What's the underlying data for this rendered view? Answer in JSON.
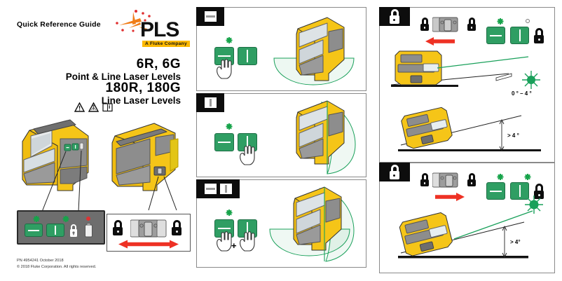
{
  "document": {
    "title": "Quick Reference Guide",
    "models_line1": "6R, 6G",
    "models_line1_sub": "Point & Line Laser Levels",
    "models_line2": "180R, 180G",
    "models_line2_sub": "Line Laser Levels",
    "footer_pn": "PN 4954241 October 2018",
    "footer_copyright": "© 2018 Fluke Corporation. All rights reserved."
  },
  "logo": {
    "wordmark": "PLS",
    "tagline": "A Fluke Company",
    "spark_color": "#f07d18",
    "tagline_bg": "#fcb900"
  },
  "safety_icons": [
    {
      "name": "warning-triangle-icon",
      "symbol": "⚠"
    },
    {
      "name": "laser-warning-icon",
      "symbol": "⚠"
    },
    {
      "name": "read-manual-icon",
      "symbol": "i"
    }
  ],
  "keypad_callout": {
    "name": "keypad-detail",
    "buttons": [
      {
        "name": "horizontal-line-button",
        "type": "h",
        "led": "green-on"
      },
      {
        "name": "vertical-line-button",
        "type": "v",
        "led": "green-on"
      },
      {
        "name": "lock-indicator",
        "type": "lock",
        "led": "green-on"
      },
      {
        "name": "battery-indicator",
        "type": "battery",
        "led": "red-on"
      }
    ]
  },
  "switch_callout": {
    "name": "pendulum-lock-switch-detail",
    "left_icon": "unlock-icon",
    "right_icon": "lock-icon",
    "arrow": "double-arrow-red",
    "arrow_color": "#ee3124"
  },
  "panels": [
    {
      "id": "panel-horizontal",
      "tab_icons": [
        "h"
      ],
      "buttons": [
        {
          "type": "h",
          "pressed": true
        },
        {
          "type": "v",
          "pressed": false
        }
      ],
      "led": "green-on",
      "beam": "horizontal-fan"
    },
    {
      "id": "panel-vertical",
      "tab_icons": [
        "v"
      ],
      "buttons": [
        {
          "type": "h",
          "pressed": false
        },
        {
          "type": "v",
          "pressed": true
        }
      ],
      "led": "green-on",
      "beam": "vertical-fan"
    },
    {
      "id": "panel-cross",
      "tab_icons": [
        "h",
        "v"
      ],
      "buttons": [
        {
          "type": "h",
          "pressed": true
        },
        {
          "type": "v",
          "pressed": true
        }
      ],
      "led": "green-on",
      "plus": "+",
      "beam": "cross-fan"
    },
    {
      "id": "panel-unlocked-leveling",
      "tab_icon": "unlock-icon",
      "switch_direction": "left",
      "arrow_color": "#ee3124",
      "indicators": [
        {
          "type": "h",
          "led": "green-on"
        },
        {
          "type": "v",
          "led": "off"
        },
        {
          "type": "lock",
          "led": "none"
        }
      ],
      "angle_label": "0 ° – 4 °",
      "angle_label_2": "> 4 °"
    },
    {
      "id": "panel-locked-manual",
      "tab_icon": "lock-icon",
      "switch_direction": "right",
      "arrow_color": "#ee3124",
      "indicators": [
        {
          "type": "h",
          "led": "green-on"
        },
        {
          "type": "v",
          "led": "green-on"
        },
        {
          "type": "lock",
          "led": "none"
        }
      ],
      "angle_label": "> 4°"
    }
  ],
  "colors": {
    "device_yellow": "#f5c518",
    "device_yellow_dark": "#d9a800",
    "device_gray": "#8d8d8d",
    "beam_green": "#19a05a",
    "button_green": "#2f9e63",
    "tab_black": "#0d0d0d",
    "red_arrow": "#ee3124"
  }
}
